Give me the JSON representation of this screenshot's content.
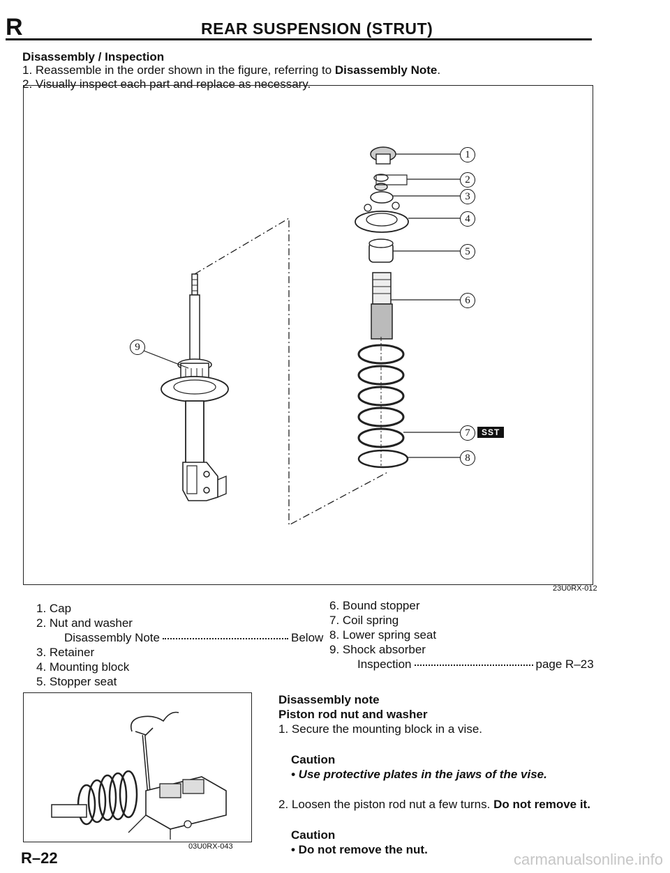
{
  "header": {
    "section_letter": "R",
    "title": "REAR SUSPENSION (STRUT)"
  },
  "intro": {
    "heading": "Disassembly / Inspection",
    "step1_pre": "1. Reassemble in the order shown in the figure, referring to ",
    "step1_bold": "Disassembly Note",
    "step1_post": ".",
    "step2": "2. Visually inspect each part and replace as necessary."
  },
  "figure": {
    "id": "23U0RX-012",
    "callouts": [
      "1",
      "2",
      "3",
      "4",
      "5",
      "6",
      "7",
      "8",
      "9"
    ],
    "sst_label": "SST"
  },
  "legend": {
    "left": [
      {
        "text": "1. Cap"
      },
      {
        "text": "2. Nut and washer"
      },
      {
        "sub": "Disassembly Note",
        "ref": "Below"
      },
      {
        "text": "3. Retainer"
      },
      {
        "text": "4. Mounting block"
      },
      {
        "text": "5. Stopper seat"
      }
    ],
    "right": [
      {
        "text": "6. Bound stopper"
      },
      {
        "text": "7. Coil spring"
      },
      {
        "text": "8. Lower spring seat"
      },
      {
        "text": "9. Shock absorber"
      },
      {
        "sub": "Inspection",
        "ref": "page R–23"
      }
    ]
  },
  "note": {
    "heading": "Disassembly note",
    "subheading": "Piston rod nut and washer",
    "step1": "1. Secure the mounting block in a vise.",
    "caution1_label": "Caution",
    "caution1_text": "• Use protective plates in the jaws of the vise.",
    "step2_pre": "2. Loosen the piston rod nut a few turns. ",
    "step2_bold": "Do not remove it.",
    "caution2_label": "Caution",
    "caution2_text": "• Do not remove the nut."
  },
  "small_figure": {
    "id": "03U0RX-043"
  },
  "footer": {
    "page_number": "R–22",
    "watermark": "carmanualsonline.info"
  }
}
